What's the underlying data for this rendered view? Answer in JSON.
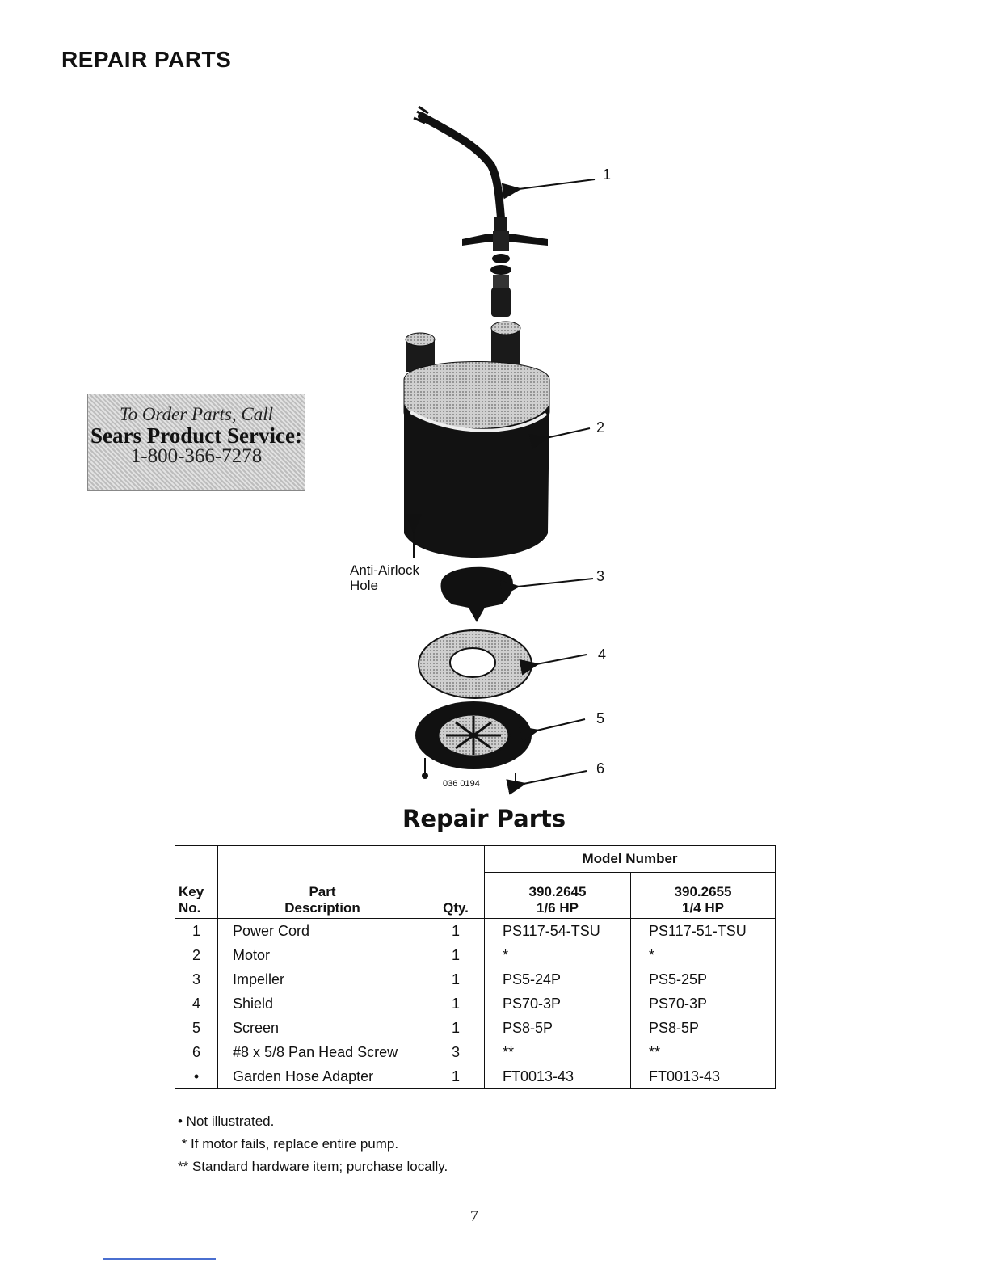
{
  "heading": "REPAIR PARTS",
  "callout": {
    "line1": "To Order Parts, Call",
    "line2": "Sears Product Service:",
    "line3": "1-800-366-7278"
  },
  "diagram": {
    "callouts": [
      "1",
      "2",
      "3",
      "4",
      "5",
      "6"
    ],
    "anti_airlock_line1": "Anti-Airlock",
    "anti_airlock_line2": "Hole",
    "figure_code": "036 0194"
  },
  "table": {
    "title": "Repair Parts",
    "headers": {
      "key_line1": "Key",
      "key_line2": "No.",
      "part_line1": "Part",
      "part_line2": "Description",
      "qty": "Qty.",
      "model_number": "Model Number",
      "model_a_line1": "390.2645",
      "model_a_line2": "1/6 HP",
      "model_b_line1": "390.2655",
      "model_b_line2": "1/4 HP"
    },
    "rows": [
      {
        "key": "1",
        "desc": "Power Cord",
        "qty": "1",
        "a": "PS117-54-TSU",
        "b": "PS117-51-TSU"
      },
      {
        "key": "2",
        "desc": "Motor",
        "qty": "1",
        "a": "*",
        "b": "*"
      },
      {
        "key": "3",
        "desc": "Impeller",
        "qty": "1",
        "a": "PS5-24P",
        "b": "PS5-25P"
      },
      {
        "key": "4",
        "desc": "Shield",
        "qty": "1",
        "a": "PS70-3P",
        "b": "PS70-3P"
      },
      {
        "key": "5",
        "desc": "Screen",
        "qty": "1",
        "a": "PS8-5P",
        "b": "PS8-5P"
      },
      {
        "key": "6",
        "desc": "#8 x 5/8 Pan Head Screw",
        "qty": "3",
        "a": "**",
        "b": "**"
      },
      {
        "key": "•",
        "desc": "Garden Hose Adapter",
        "qty": "1",
        "a": "FT0013-43",
        "b": "FT0013-43"
      }
    ]
  },
  "notes": [
    "• Not illustrated.",
    " * If motor fails, replace entire pump.",
    "** Standard hardware item; purchase locally."
  ],
  "page_number": "7"
}
